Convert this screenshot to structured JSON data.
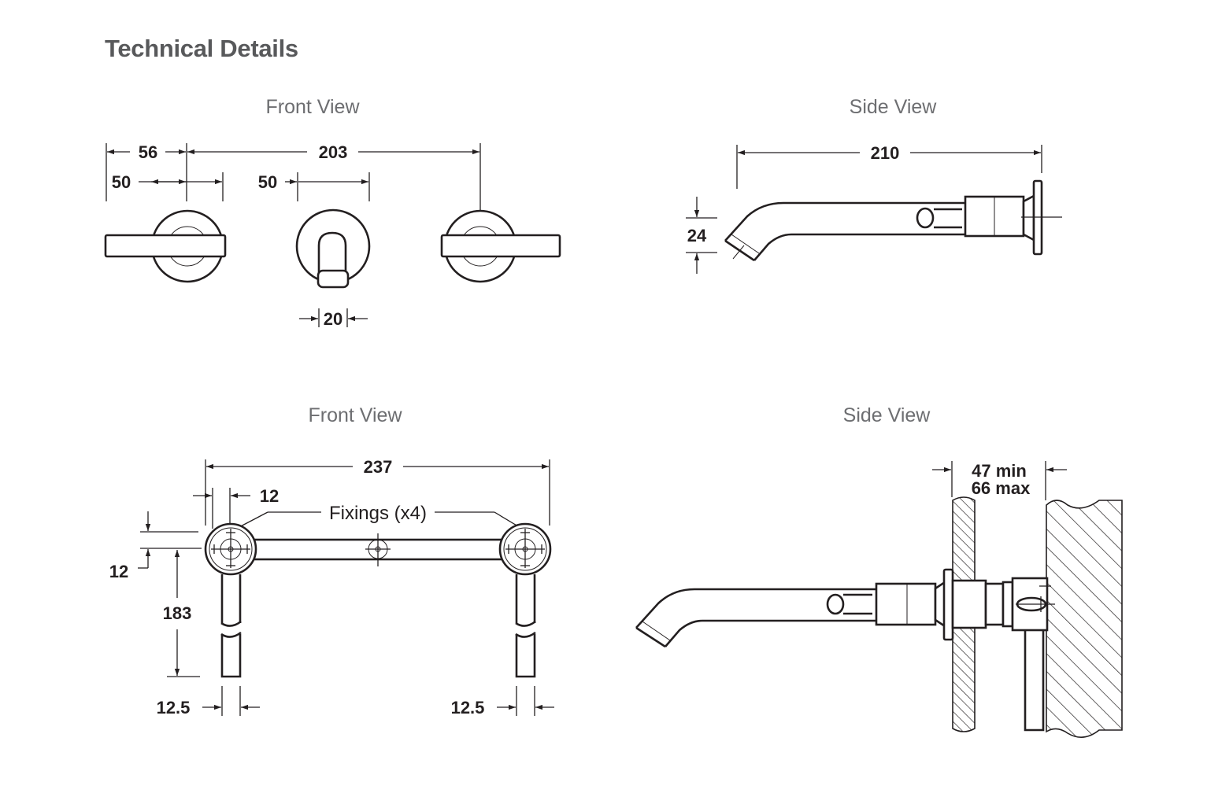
{
  "page": {
    "title": "Technical Details"
  },
  "views": {
    "top_front": "Front View",
    "top_side": "Side View",
    "bottom_front": "Front View",
    "bottom_side": "Side View"
  },
  "dimensions": {
    "top_front": {
      "spacing_left": "56",
      "overall_width": "203",
      "handle_left": "50",
      "spout_plate": "50",
      "spout_diameter": "20"
    },
    "top_side": {
      "projection": "210",
      "outlet": "24"
    },
    "bottom_front": {
      "overall_width": "237",
      "fixing_offset_x": "12",
      "fixing_offset_y": "12",
      "pipe_height": "183",
      "pipe_width_left": "12.5",
      "pipe_width_right": "12.5"
    },
    "bottom_side": {
      "wall_min": "47 min",
      "wall_max": "66 max"
    }
  },
  "annotations": {
    "fixings": "Fixings (x4)"
  }
}
